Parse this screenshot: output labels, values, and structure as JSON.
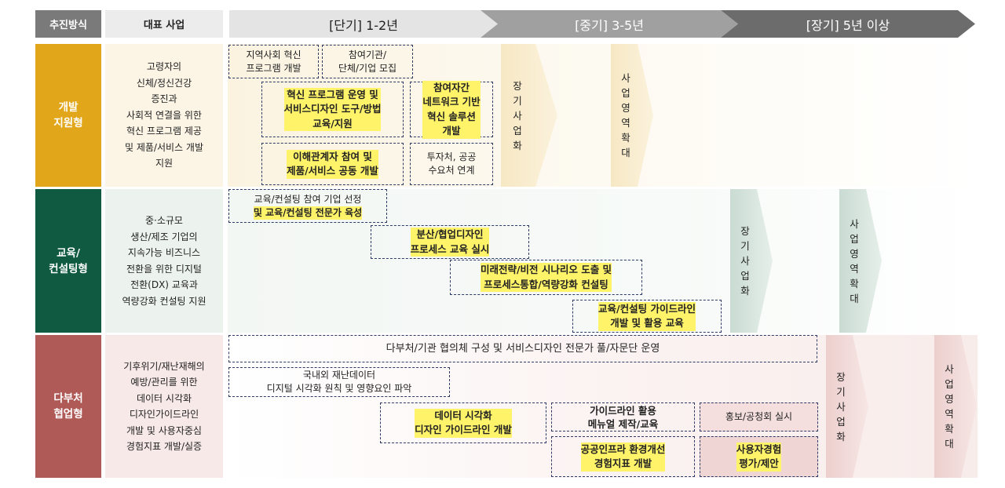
{
  "header": {
    "method": "추진방식",
    "rep": "대표 사업",
    "phases": [
      "[단기] 1-2년",
      "[중기] 3-5년",
      "[장기] 5년 이상"
    ]
  },
  "colors": {
    "dev": "#e2a61b",
    "edu": "#0f5a40",
    "multi": "#b05a57",
    "highlight": "#fff36a",
    "dash": "#2e3a66"
  },
  "rows": [
    {
      "label": "개발\n지원형",
      "rep": "고령자의\n신체/정신건강\n증진과\n사회적 연결을 위한\n혁신 프로그램 제공\n및 제품/서비스 개발\n지원",
      "boxes": [
        "지역사회 혁신\n프로그램 개발",
        "참여기관/\n단체/기업 모집",
        "혁신 프로그램 운영 및\n서비스디자인 도구/방법\n교육/지원",
        "참여자간\n네트워크 기반\n혁신 솔루션\n개발",
        "이해관계자 참여 및\n제품/서비스 공동 개발",
        "투자처, 공공\n수요처 연계"
      ],
      "arrows": [
        "장기사업화",
        "사업영역확대"
      ]
    },
    {
      "label": "교육/\n컨설팅형",
      "rep": "중·소규모\n생산/제조 기업의\n지속가능 비즈니스\n전환을 위한 디지털\n전환(DX) 교육과\n역량강화 컨설팅 지원",
      "boxes": [
        "교육/컨설팅 참여 기업 선정",
        "및 교육/컨설팅 전문가 육성",
        "분산/협업디자인\n프로세스 교육 실시",
        "미래전략/비전 시나리오 도출 및\n프로세스통합/역량강화 컨설팅",
        "교육/컨설팅 가이드라인\n개발 및 활용 교육"
      ],
      "arrows": [
        "장기사업화",
        "사업영역확대"
      ]
    },
    {
      "label": "다부처\n협업형",
      "rep": "기후위기/재난재해의\n예방/관리를 위한\n데이터 시각화\n디자인가이드라인\n개발 및 사용자중심\n경험지표 개발/실증",
      "boxes": [
        "다부처/기관 협의체 구성 및 서비스디자인 전문가 풀/자문단 운영",
        "국내외 재난데이터\n디지털 시각화 원칙 및 영향요인 파악",
        "데이터 시각화\n디자인 가이드라인 개발",
        "가이드라인 활용\n메뉴얼 제작/교육",
        "홍보/공청회 실시",
        "공공인프라 환경개선\n경험지표 개발",
        "사용자경험\n평가/제안"
      ],
      "arrows": [
        "장기사업화",
        "사업영역확대"
      ]
    }
  ]
}
